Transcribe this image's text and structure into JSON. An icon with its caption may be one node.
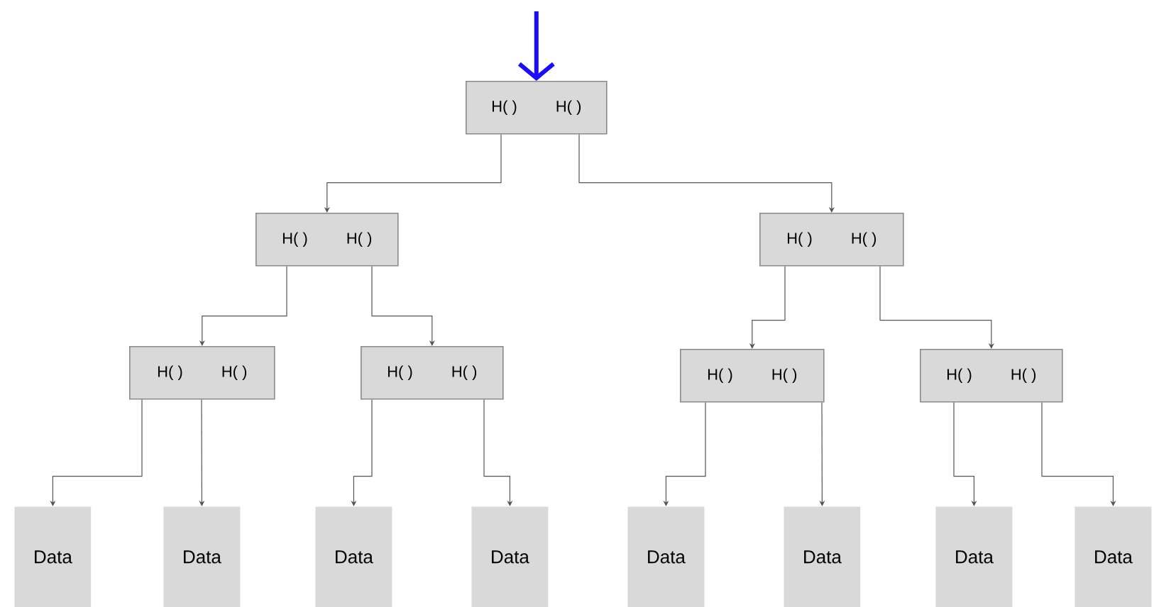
{
  "diagram": {
    "nodes": [
      {
        "text": [
          "H( )",
          "H( )"
        ]
      },
      {
        "text": [
          "H( )",
          "H( )"
        ]
      },
      {
        "text": [
          "H( )",
          "H( )"
        ]
      },
      {
        "text": [
          "H( )",
          "H( )"
        ]
      },
      {
        "text": [
          "H( )",
          "H( )"
        ]
      },
      {
        "text": [
          "H( )",
          "H( )"
        ]
      },
      {
        "text": [
          "H( )",
          "H( )"
        ]
      },
      {
        "text": [
          "Data"
        ]
      },
      {
        "text": [
          "Data"
        ]
      },
      {
        "text": [
          "Data"
        ]
      },
      {
        "text": [
          "Data"
        ]
      },
      {
        "text": [
          "Data"
        ]
      },
      {
        "text": [
          "Data"
        ]
      },
      {
        "text": [
          "Data"
        ]
      },
      {
        "text": [
          "Data"
        ]
      }
    ],
    "edges": [
      {
        "from": null,
        "to": 0,
        "arrow": "to",
        "style": "thick",
        "color": "#1a0dff"
      },
      {
        "from": 0,
        "to": 1,
        "arrow": "to"
      },
      {
        "from": 0,
        "to": 2,
        "arrow": "to"
      },
      {
        "from": 1,
        "to": 3,
        "arrow": "to"
      },
      {
        "from": 1,
        "to": 4,
        "arrow": "to"
      },
      {
        "from": 2,
        "to": 5,
        "arrow": "to"
      },
      {
        "from": 2,
        "to": 6,
        "arrow": "to"
      },
      {
        "from": 3,
        "to": 7,
        "arrow": "to"
      },
      {
        "from": 3,
        "to": 8,
        "arrow": "to"
      },
      {
        "from": 4,
        "to": 9,
        "arrow": "to"
      },
      {
        "from": 4,
        "to": 10,
        "arrow": "to"
      },
      {
        "from": 5,
        "to": 11,
        "arrow": "to"
      },
      {
        "from": 5,
        "to": 12,
        "arrow": "to"
      },
      {
        "from": 6,
        "to": 13,
        "arrow": "to"
      },
      {
        "from": 6,
        "to": 14,
        "arrow": "to"
      }
    ]
  }
}
